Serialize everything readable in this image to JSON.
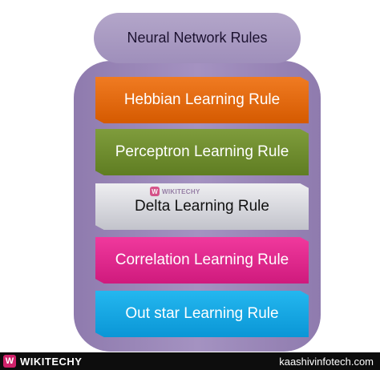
{
  "diagram": {
    "title": "Neural Network Rules",
    "rules": [
      {
        "label": "Hebbian Learning Rule",
        "color": "#e8701a"
      },
      {
        "label": "Perceptron Learning Rule",
        "color": "#6f8c2f"
      },
      {
        "label": "Delta Learning Rule",
        "color": "#d9dae0"
      },
      {
        "label": "Correlation Learning Rule",
        "color": "#e52b8f"
      },
      {
        "label": "Out star Learning Rule",
        "color": "#14a8e6"
      }
    ],
    "container_color": "#9d8bbb"
  },
  "watermark": {
    "logo_letter": "W",
    "text": "WIKITECHY"
  },
  "footer": {
    "logo_letter": "W",
    "brand": "WIKITECHY",
    "site": "kaashivinfotech.com"
  }
}
